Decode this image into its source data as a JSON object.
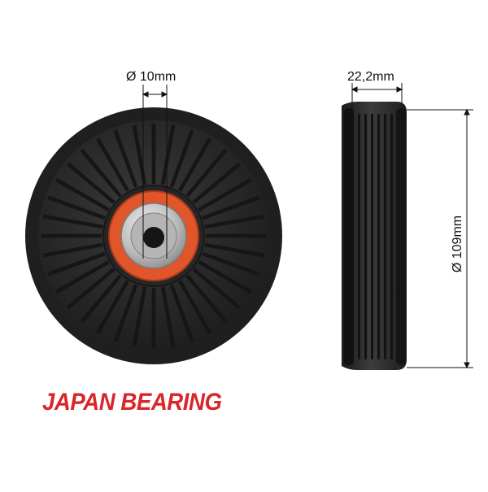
{
  "dimensions": {
    "bore": "Ø 10mm",
    "width": "22,2mm",
    "diameter": "Ø 109mm"
  },
  "brand": {
    "name": "JAPAN BEARING",
    "color": "#d8262b"
  },
  "colors": {
    "pulley_body": "#2a2a2a",
    "bearing_seal": "#e0552a",
    "hub_metal": "#c8c8c8",
    "background": "#ffffff"
  },
  "pulley": {
    "spoke_count": 36,
    "groove_count": 6
  }
}
